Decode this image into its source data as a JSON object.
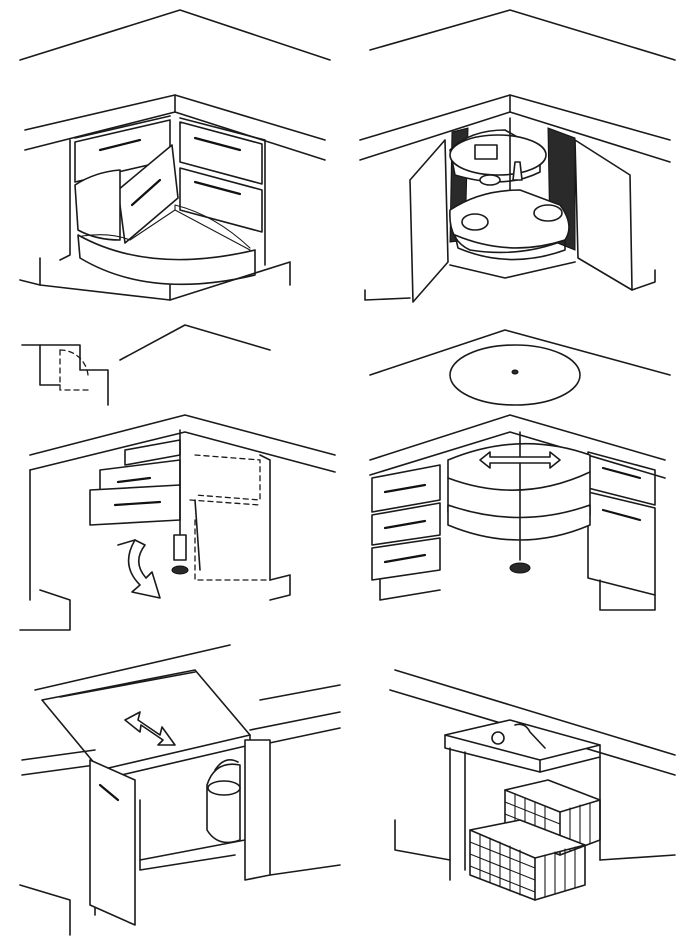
{
  "figure": {
    "panels": [
      {
        "id": "panel-1",
        "subject": "corner-drawers"
      },
      {
        "id": "panel-2",
        "subject": "corner-carousel-in-cabinet"
      },
      {
        "id": "panel-3",
        "subject": "swing-out-corner-drawers"
      },
      {
        "id": "panel-4",
        "subject": "revolving-corner-shelves"
      },
      {
        "id": "panel-5",
        "subject": "pull-out-worktop-with-bin"
      },
      {
        "id": "panel-6",
        "subject": "pull-out-wire-baskets"
      }
    ],
    "icons": [
      "drawer-handle-icon",
      "rotation-arrow-icon",
      "double-arrow-icon",
      "swing-arrow-icon",
      "waste-bin-icon",
      "wire-basket-icon"
    ]
  }
}
